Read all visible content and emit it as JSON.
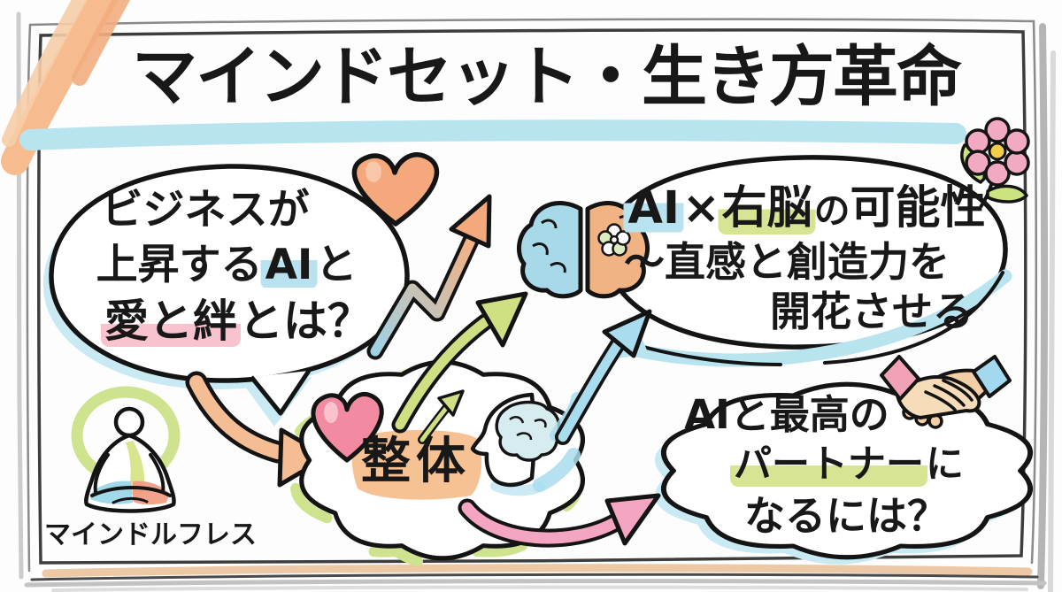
{
  "title": {
    "text": "マインドセット・生き方革命"
  },
  "bubbles": {
    "business": {
      "line1": "ビジネスが",
      "line2_pre": "上昇する",
      "line2_hl": "AI",
      "line2_post": "と",
      "line3_hl": "愛と絆",
      "line3_post": "とは？"
    },
    "right_brain": {
      "hl_ai": "AI",
      "times": "×",
      "hl_unou": "右脳",
      "no": "の",
      "line1_rest": "可能性",
      "line2": "～直感と創造力を",
      "line3": "開花させる"
    },
    "partner": {
      "line1": "AIと最高の",
      "line2_hl": "パートナー",
      "line2_post": "に",
      "line3": "なるには？"
    }
  },
  "center_cloud": {
    "label": "整体"
  },
  "meditation": {
    "label": "マインドルフレス"
  },
  "icons": [
    "corner-marker-stroke-icon",
    "heart-icon",
    "zigzag-up-arrow-icon",
    "brain-hemispheres-icon",
    "flower-icon",
    "handshake-icon",
    "pink-heart-icon",
    "growth-arrow-icon",
    "head-brain-icon",
    "meditation-person-icon",
    "curved-orange-arrow-icon",
    "curved-green-arrow-icon",
    "curved-blue-arrow-icon",
    "curved-pink-arrow-icon",
    "blue-swoosh-arrow-icon"
  ],
  "colors": {
    "ink": "#141414",
    "highlight_blue": "#b8e2ef",
    "highlight_pink": "#f8c3ce",
    "highlight_green": "#d7e494",
    "marker_orange": "#f5ba8f",
    "arrow_orange": "#f5bd93",
    "arrow_green": "#cfe083",
    "arrow_blue": "#a9dcee",
    "arrow_pink": "#f4a5c1",
    "brain_left_blue": "#a8d9e8",
    "brain_right_orange": "#f2b384",
    "heart_orange": "#f4a87c",
    "heart_pink": "#f28ba2",
    "bubble_shadow_blue": "#c9e9f3",
    "petal_pink": "#f2a9c2",
    "cuff_pink": "#f2a2b6",
    "cuff_blue": "#a3d9ee"
  }
}
